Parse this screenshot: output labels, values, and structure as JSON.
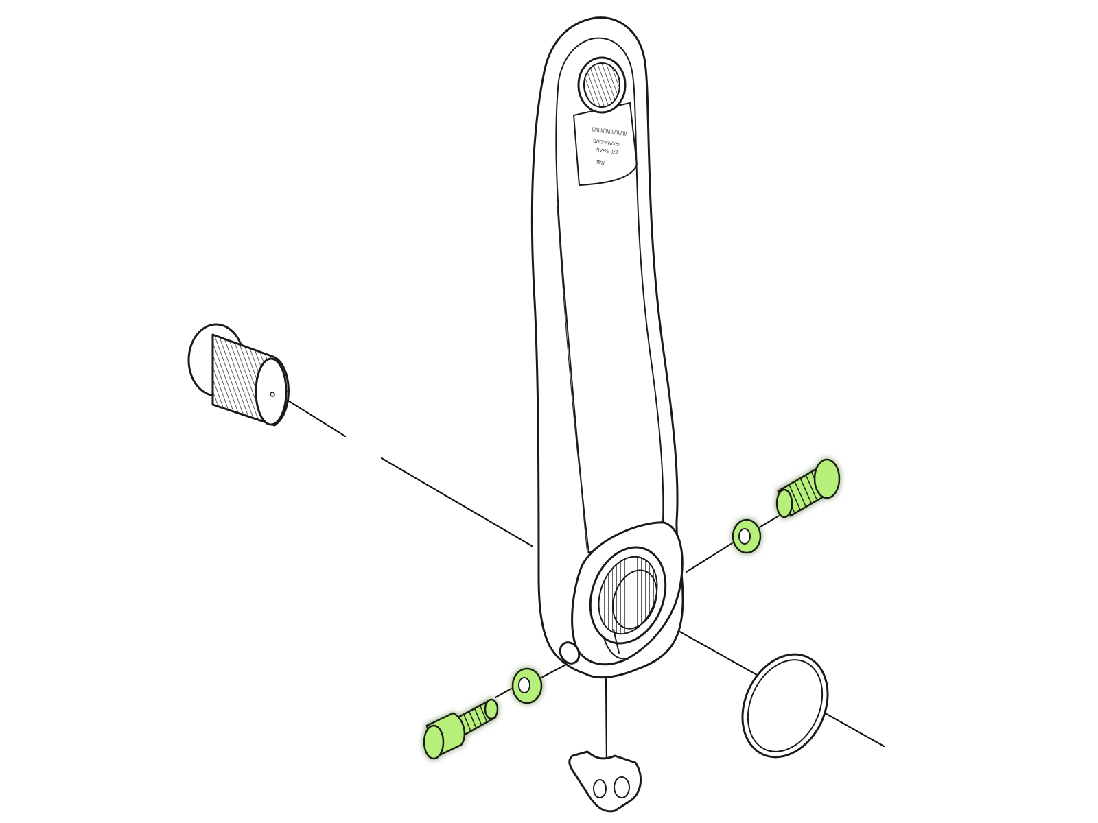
{
  "diagram": {
    "arm_markings": {
      "line1": "R&L",
      "line2": "170 SRAM",
      "line3": "GX/NX-DUB",
      "line4": "||||||||||||||||||||||||||||"
    },
    "colors": {
      "highlight_fill": "#b6f07a",
      "highlight_glow": "#7de34d",
      "line": "#1a1a1a",
      "background": "#ffffff"
    },
    "parts": [
      {
        "id": "crank-arm",
        "highlighted": false
      },
      {
        "id": "crank-bolt",
        "highlighted": false
      },
      {
        "id": "upper-screw",
        "highlighted": true
      },
      {
        "id": "upper-washer",
        "highlighted": true
      },
      {
        "id": "lower-screw",
        "highlighted": true
      },
      {
        "id": "lower-washer",
        "highlighted": true
      },
      {
        "id": "retaining-ring",
        "highlighted": false
      },
      {
        "id": "clip-tab",
        "highlighted": false
      }
    ]
  }
}
